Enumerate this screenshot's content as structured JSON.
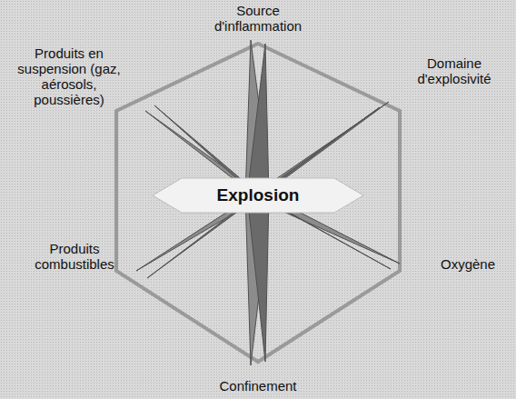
{
  "diagram": {
    "labels": [
      "Source d'inflammation",
      "Produits en suspension (gaz, aérosols, poussières)",
      "Domaine d'explosivité",
      "Explosion",
      "Produits combustibles",
      "Oxygène",
      "Confinement"
    ]
  }
}
